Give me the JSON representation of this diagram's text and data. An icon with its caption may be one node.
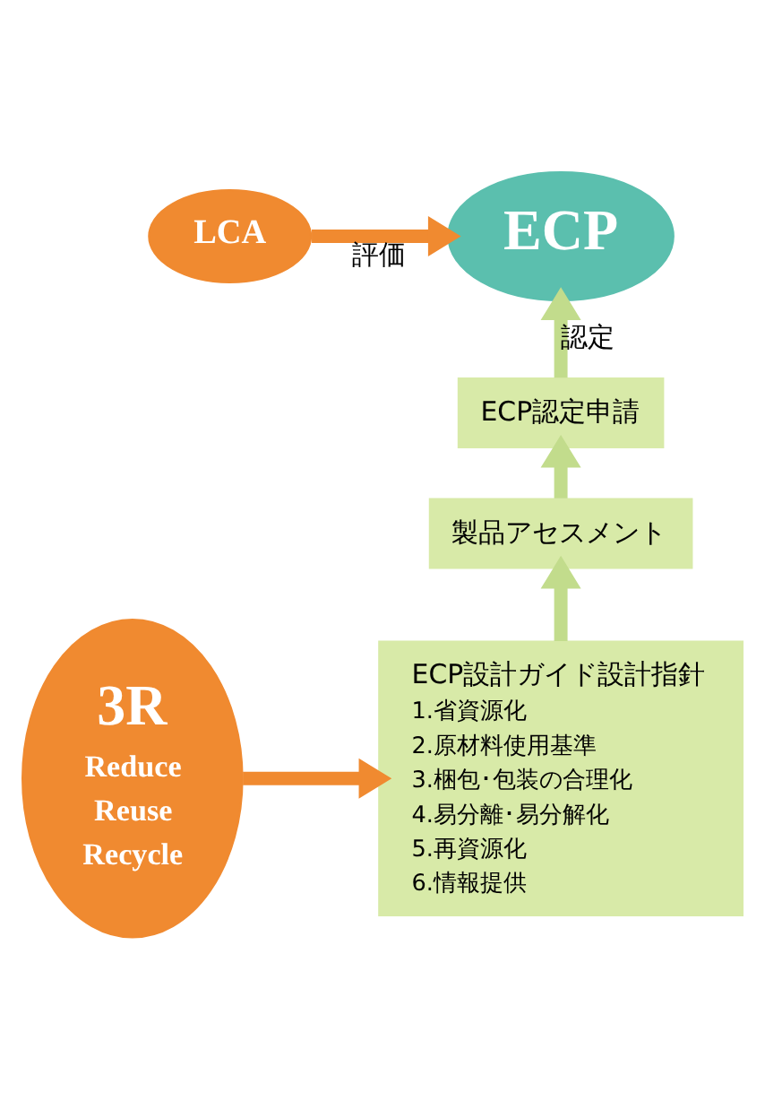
{
  "diagram": {
    "nodes": [
      {
        "text": [
          "ECP"
        ]
      },
      {
        "text": [
          "LCA"
        ]
      },
      {
        "text": [
          "ECP認定申請"
        ]
      },
      {
        "text": [
          "製品アセスメント"
        ]
      },
      {
        "text": [
          "ECP設計ガイド設計指針",
          "1.省資源化",
          "2.原材料使用基準",
          "3.梱包･包装の合理化",
          "4.易分離･易分解化",
          "5.再資源化",
          "6.情報提供"
        ]
      },
      {
        "text": [
          "3R",
          "Reduce",
          "Reuse",
          "Recycle"
        ]
      }
    ],
    "edges": [
      {
        "from": 1,
        "to": 0,
        "arrow": "to",
        "label": "評価",
        "color": "#f08a30"
      },
      {
        "from": 2,
        "to": 0,
        "arrow": "to",
        "label": "認定"
      },
      {
        "from": 3,
        "to": 2,
        "arrow": "to"
      },
      {
        "from": 4,
        "to": 3,
        "arrow": "to"
      },
      {
        "from": 5,
        "to": 4,
        "arrow": "to",
        "color": "#f08a30"
      }
    ]
  }
}
